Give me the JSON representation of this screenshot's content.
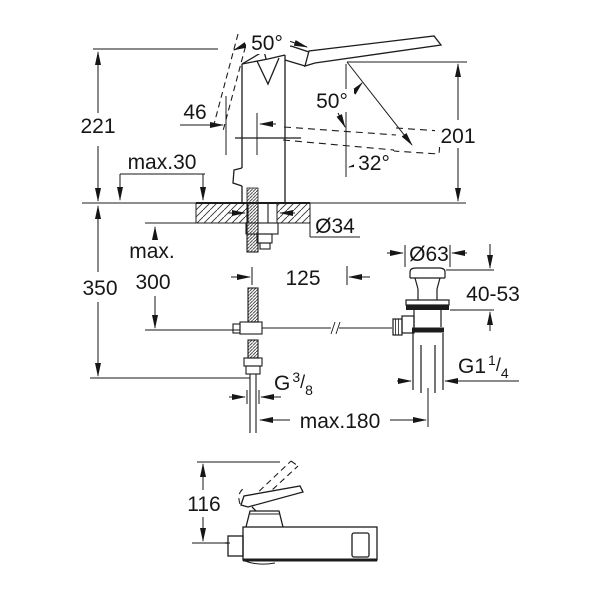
{
  "page": {
    "title": "faucet-dimension-drawing",
    "background_color": "#ffffff",
    "line_color": "#1c1c1c"
  },
  "drawing": {
    "front_view": {
      "labels": {
        "lever_open_angle": "50°",
        "spout_angle": "50°",
        "lever_down_angle": "32°",
        "spout_height": "201",
        "total_height": "221",
        "body_depth": "46",
        "deck_thickness_max": "max.30",
        "hole_diameter": "Ø34"
      }
    },
    "below_deck": {
      "labels": {
        "hose_max_line1": "max.",
        "hose_max_line2": "300",
        "total_below_deck": "350",
        "spout_reach": "125",
        "supply_thread_g": "G",
        "supply_thread_numerator": "3",
        "supply_thread_separator": "/",
        "supply_thread_denominator": "8",
        "rod_reach_max": "max.180"
      }
    },
    "waste_valve": {
      "labels": {
        "flange_diameter": "Ø63",
        "mounting_range": "40-53",
        "waste_thread_g": "G1",
        "waste_thread_numerator": "1",
        "waste_thread_separator": "/",
        "waste_thread_denominator": "4"
      }
    },
    "side_view": {
      "labels": {
        "height": "116"
      }
    }
  }
}
